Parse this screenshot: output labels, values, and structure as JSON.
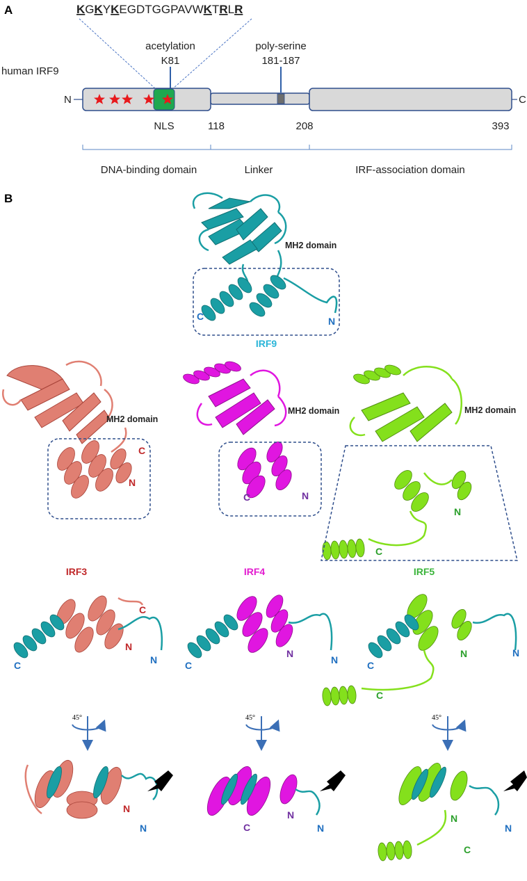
{
  "panel_a": {
    "label": "A",
    "sequence": {
      "parts": [
        {
          "text": "K",
          "underline": true
        },
        {
          "text": "G",
          "underline": false
        },
        {
          "text": "K",
          "underline": true
        },
        {
          "text": "Y",
          "underline": false
        },
        {
          "text": "K",
          "underline": true
        },
        {
          "text": "EGDTGGPAVW",
          "underline": false
        },
        {
          "text": "K",
          "underline": true
        },
        {
          "text": "T",
          "underline": false
        },
        {
          "text": "R",
          "underline": true
        },
        {
          "text": "L",
          "underline": false
        },
        {
          "text": "R",
          "underline": true
        }
      ]
    },
    "protein_name": "human IRF9",
    "n_terminus": "N",
    "c_terminus": "C",
    "acetylation_label": "acetylation",
    "acetylation_site": "K81",
    "polyserine_label": "poly-serine",
    "polyserine_range": "181-187",
    "nls_label": "NLS",
    "positions": [
      "118",
      "208",
      "393"
    ],
    "domains": [
      "DNA-binding domain",
      "Linker",
      "IRF-association domain"
    ],
    "colors": {
      "bar": "#d9d9d9",
      "border": "#2f4e8c",
      "nls": "#1fa84f",
      "star": "#e8191c",
      "line": "#2f5fa8"
    }
  },
  "panel_b": {
    "label": "B",
    "structures": [
      {
        "name": "IRF9",
        "color": "#1a9ea4",
        "name_color": "#2ab5d8",
        "domain_label": "MH2 domain",
        "n": "N",
        "c": "C",
        "terminal_color": "#1f6fc0"
      },
      {
        "name": "IRF3",
        "color": "#e07f72",
        "name_color": "#c0282a",
        "domain_label": "MH2 domain",
        "n": "N",
        "c": "C",
        "terminal_color": "#c0282a"
      },
      {
        "name": "IRF4",
        "color": "#e016e0",
        "name_color": "#e21ccf",
        "domain_label": "MH2 domain",
        "n": "N",
        "c": "C",
        "terminal_color": "#7030a0"
      },
      {
        "name": "IRF5",
        "color": "#84e01c",
        "name_color": "#3ab43a",
        "domain_label": "MH2 domain",
        "n": "N",
        "c": "C",
        "terminal_color": "#2ca02c"
      }
    ],
    "overlay_terminals": {
      "n": "N",
      "c": "C",
      "irf9_color": "#1f6fc0"
    },
    "rotation_label": "45°",
    "arrow_color": "#000000"
  }
}
